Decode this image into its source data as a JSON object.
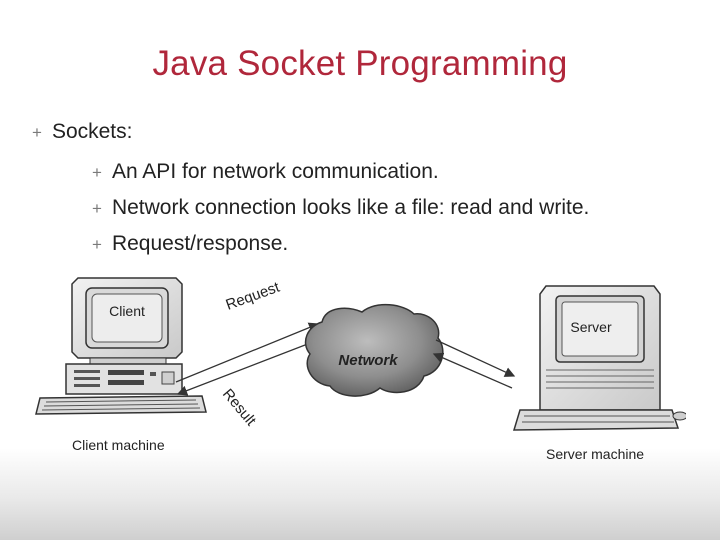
{
  "slide": {
    "title": "Java Socket Programming",
    "bullets": [
      {
        "level": 1,
        "text": "Sockets:"
      },
      {
        "level": 2,
        "text": "An API for network communication."
      },
      {
        "level": 2,
        "text": "Network connection looks like a file: read and write."
      },
      {
        "level": 2,
        "text": "Request/response."
      }
    ],
    "bullet_glyph": "+"
  },
  "diagram": {
    "client_screen_label": "Client",
    "server_screen_label": "Server",
    "network_label": "Network",
    "request_label": "Request",
    "result_label": "Result",
    "client_caption": "Client machine",
    "server_caption": "Server machine"
  },
  "colors": {
    "title": "#b0273b",
    "text": "#222222",
    "bullet": "#7a7a7a"
  }
}
